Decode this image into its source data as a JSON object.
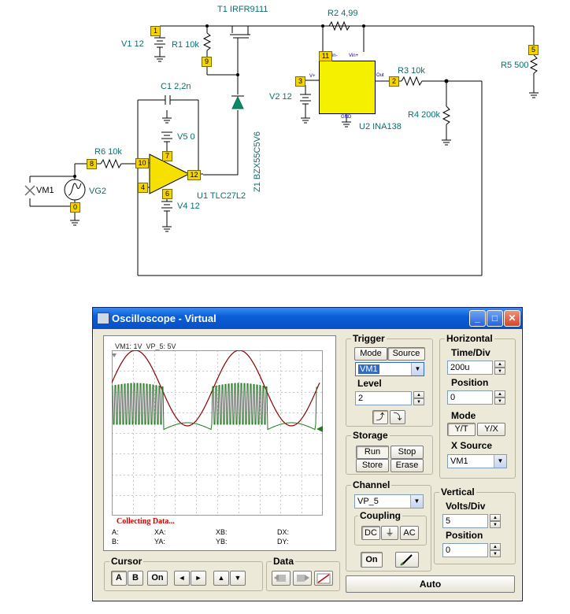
{
  "schematic": {
    "components": {
      "t1": "T1 IRFR9111",
      "r2": "R2 4,99",
      "v1": "V1 12",
      "r1": "R1 10k",
      "r5": "R5 500",
      "c1": "C1 2,2n",
      "z1": "Z1 BZX55C5V6",
      "r3": "R3 10k",
      "v2": "V2 12",
      "r4": "R4 200k",
      "u2": "U2 INA138",
      "v5": "V5 0",
      "r6": "R6 10k",
      "vm1": "VM1",
      "vg2": "VG2",
      "u1": "U1 TLC27L2",
      "v4": "V4 12"
    },
    "nodes": {
      "n1": "1",
      "n9": "9",
      "n11": "11",
      "n5": "5",
      "n3": "3",
      "n2": "2",
      "n7": "7",
      "n8": "8",
      "n10": "10",
      "n12": "12",
      "n4": "4",
      "n6": "6",
      "n0": "0"
    },
    "pins": {
      "vp": "V+",
      "vin": "Vin-",
      "vip": "Vin+",
      "out": "Out",
      "gnd": "GND"
    },
    "signs": {
      "plus": "+",
      "minus": "-"
    }
  },
  "window": {
    "title": "Oscilloscope - Virtual",
    "minimize": "_",
    "maximize": "□",
    "close": "✕"
  },
  "scope": {
    "channel_labels": "VM1: 1V  VP_5: 5V",
    "status": "Collecting Data...",
    "cursor_labels": {
      "a": "A:",
      "b": "B:",
      "xa": "XA:",
      "ya": "YA:",
      "xb": "XB:",
      "yb": "YB:",
      "dx": "DX:",
      "dy": "DY:"
    },
    "colors": {
      "vm1": "#8b0000",
      "vp5": "#1e7a1e",
      "grid": "#c8c8c8",
      "status": "#cc0000"
    }
  },
  "trigger": {
    "title": "Trigger",
    "mode": "Mode",
    "source": "Source",
    "source_value": "VM1",
    "level_label": "Level",
    "level_value": "2",
    "edge_rise": "⤴",
    "edge_fall": "⤵"
  },
  "horizontal": {
    "title": "Horizontal",
    "time_div_label": "Time/Div",
    "time_div_value": "200u",
    "position_label": "Position",
    "position_value": "0",
    "mode_label": "Mode",
    "mode_yt": "Y/T",
    "mode_yx": "Y/X",
    "xsource_label": "X Source",
    "xsource_value": "VM1"
  },
  "storage": {
    "title": "Storage",
    "run": "Run",
    "stop": "Stop",
    "store": "Store",
    "erase": "Erase"
  },
  "channel": {
    "title": "Channel",
    "value": "VP_5",
    "coupling_label": "Coupling",
    "dc": "DC",
    "gnd": "⏚",
    "ac": "AC",
    "on": "On"
  },
  "vertical": {
    "title": "Vertical",
    "volts_div_label": "Volts/Div",
    "volts_div_value": "5",
    "position_label": "Position",
    "position_value": "0"
  },
  "cursor": {
    "title": "Cursor",
    "a": "A",
    "b": "B",
    "on": "On",
    "left": "◄",
    "right": "►",
    "up": "▲",
    "down": "▼"
  },
  "data": {
    "title": "Data"
  },
  "auto": "Auto"
}
